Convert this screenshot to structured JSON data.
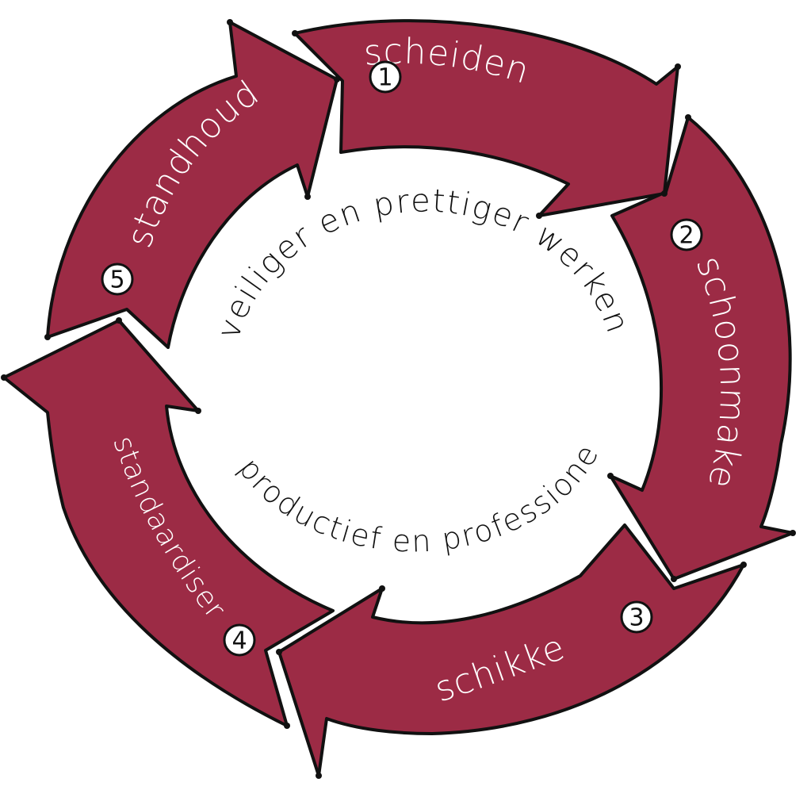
{
  "colors": {
    "arrow_fill": "#9c2b45",
    "outline": "#111111",
    "label_text": "#ffffff",
    "center_text": "#111111",
    "background": "#ffffff"
  },
  "steps": [
    {
      "number": "1",
      "label": "scheiden"
    },
    {
      "number": "2",
      "label": "schoonmaken"
    },
    {
      "number": "3",
      "label": "schikken"
    },
    {
      "number": "4",
      "label": "standaardiseren"
    },
    {
      "number": "5",
      "label": "standhouden"
    }
  ],
  "center": {
    "top_text": "veiliger en prettiger werken",
    "bottom_text": "productief en professioneel"
  }
}
